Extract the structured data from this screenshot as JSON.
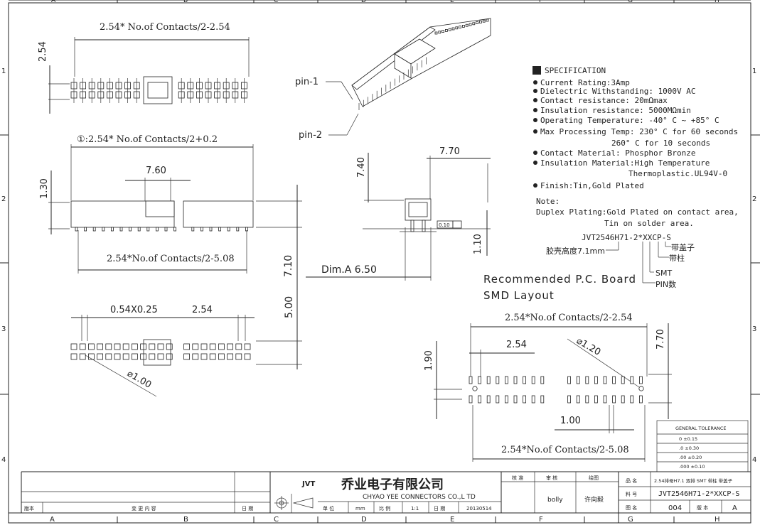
{
  "zones": {
    "cols": [
      "A",
      "B",
      "C",
      "D",
      "E",
      "F",
      "G",
      "H"
    ],
    "rows": [
      "1",
      "2",
      "3",
      "4"
    ]
  },
  "top_view": {
    "dim_width": "2.54* No.of Contacts/2-2.54",
    "dim_height": "2.54"
  },
  "side_view": {
    "dim_total": "①:2.54* No.of Contacts/2+0.2",
    "dim_cap": "7.60",
    "dim_height": "1.30",
    "dim_pins": "2.54*No.of Contacts/2-5.08",
    "dim_right": "7.10"
  },
  "bottom_view": {
    "dim_pitch_text": "0.54X0.25",
    "dim_pitch": "2.54",
    "dim_dia": "⌀1.00",
    "dim_right": "5.00"
  },
  "iso_view": {
    "pin1": "pin-1",
    "pin2": "pin-2"
  },
  "end_view": {
    "dim_h": "7.40",
    "dim_w": "7.70",
    "dim_pin": "1.10",
    "tol": "0.10",
    "dim_a": "Dim.A  6.50"
  },
  "spec": {
    "title": "SPECIFICATION",
    "items": [
      "Current Rating:3Amp",
      "Dielectric Withstanding: 1000V AC",
      "Contact resistance: 20mΩmax",
      "Insulation resistance: 5000MΩmin",
      "Operating Temperature: -40° C ~ +85° C",
      "Max Processing Temp: 230° C for 60 seconds",
      "Contact Material: Phosphor Bronze",
      "Insulation Material:High Temperature",
      "Finish:Tin,Gold Plated"
    ],
    "cont1": "260° C for 10 seconds",
    "cont2": "Thermoplastic.UL94V-0",
    "note_label": "Note:",
    "note1": "Duplex Plating:Gold Plated on contact area,",
    "note2": "Tin on solder area."
  },
  "part_code": {
    "code": "JVT2546H71-2*XXCP-S",
    "l1": "带盖子",
    "l2": "带柱",
    "l3": "胶壳高度7.1mm",
    "l4": "SMT",
    "l5": "PIN数"
  },
  "pcb": {
    "title1": "Recommended P.C. Board",
    "title2": "SMD Layout",
    "dim_top": "2.54*No.of Contacts/2-2.54",
    "dim_pitch": "2.54",
    "dim_dia": "⌀1.20",
    "dim_left": "1.90",
    "dim_right": "7.70",
    "dim_pad": "1.00",
    "dim_bottom": "2.54*No.of Contacts/2-5.08"
  },
  "tolerance": {
    "title": "GENERAL TOLERANCE",
    "rows": [
      "0    ±0.15",
      "  .0   ±0.30",
      "  .00  ±0.20",
      "  .000 ±0.10"
    ]
  },
  "title_block": {
    "logo": "JVT",
    "company_cn": "乔业电子有限公司",
    "company_en": "CHYAO YEE CONNECTORS CO.,L TD",
    "ver": "版本",
    "change": "变 更 内 容",
    "date": "日 期",
    "unit_lbl": "单 位",
    "unit": "mm",
    "scale_lbl": "比 例",
    "scale": "1:1",
    "date_lbl": "日 期",
    "date_val": "20130514",
    "approve": "核 准",
    "review": "审 核",
    "draw": "绘图",
    "reviewer": "bolly",
    "drawer": "许向毅",
    "name_lbl": "品 名",
    "name_val": "2.54排母H7.1 双排 SMT 带柱 带盖子",
    "pn_lbl": "料 号",
    "pn_val": "JVT2546H71-2*XXCP-S",
    "dwg_lbl": "图 名",
    "dwg_val": "004",
    "rev_lbl": "版 本",
    "rev_val": "A"
  }
}
